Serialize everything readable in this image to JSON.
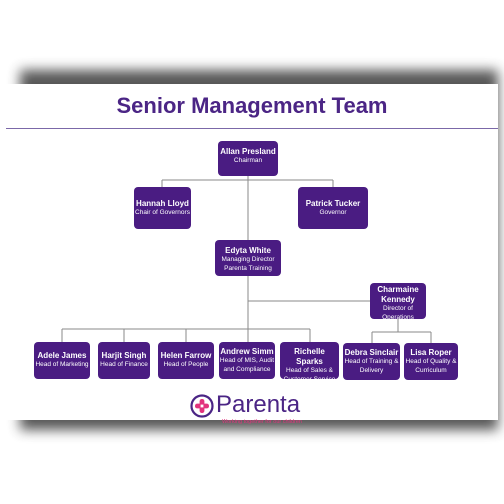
{
  "title": "Senior Management Team",
  "people": {
    "allan": {
      "name": "Allan Presland",
      "role": "Chairman"
    },
    "hannah": {
      "name": "Hannah Lloyd",
      "role": "Chair of Governors"
    },
    "patrick": {
      "name": "Patrick Tucker",
      "role": "Governor"
    },
    "edyta": {
      "name": "Edyta White",
      "role1": "Managing Director",
      "role2": "Parenta Training"
    },
    "charmaine": {
      "name1": "Charmaine",
      "name2": "Kennedy",
      "role1": "Director of",
      "role2": "Operations"
    },
    "adele": {
      "name": "Adele James",
      "role": "Head of Marketing"
    },
    "harjit": {
      "name": "Harjit Singh",
      "role": "Head of Finance"
    },
    "helen": {
      "name": "Helen Farrow",
      "role": "Head of People"
    },
    "andrew": {
      "name": "Andrew Simm",
      "role1": "Head of MIS, Audit",
      "role2": "and Compliance"
    },
    "richelle": {
      "name": "Richelle Sparks",
      "role1": "Head of Sales &",
      "role2": "Customer Service"
    },
    "debra": {
      "name": "Debra Sinclair",
      "role1": "Head of Training &",
      "role2": "Delivery"
    },
    "lisa": {
      "name": "Lisa Roper",
      "role1": "Head of Quality &",
      "role2": "Curriculum"
    }
  },
  "logo": {
    "wordmark": "Parenta",
    "tagline": "Working together for our children",
    "icon": "parenta-plus-icon"
  },
  "colors": {
    "box": "#4a1c82",
    "title": "#4b2585",
    "tagline": "#e2337d"
  }
}
